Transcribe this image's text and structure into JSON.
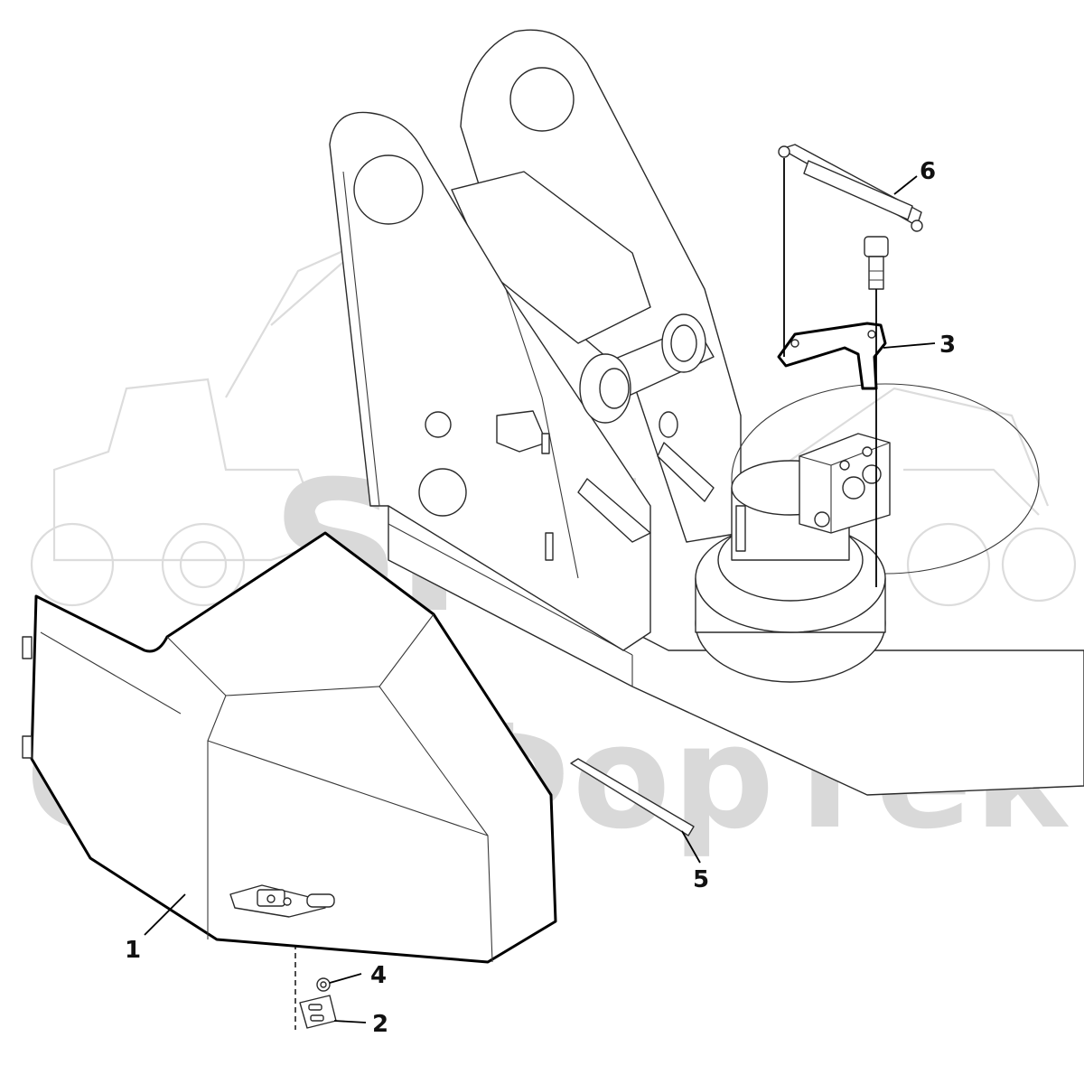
{
  "watermark": {
    "logo_text": "SFT",
    "company_text": "СканФорТек"
  },
  "callouts": [
    {
      "id": "1",
      "label": "1"
    },
    {
      "id": "2",
      "label": "2"
    },
    {
      "id": "3",
      "label": "3"
    },
    {
      "id": "4",
      "label": "4"
    },
    {
      "id": "5",
      "label": "5"
    },
    {
      "id": "6",
      "label": "6"
    }
  ]
}
